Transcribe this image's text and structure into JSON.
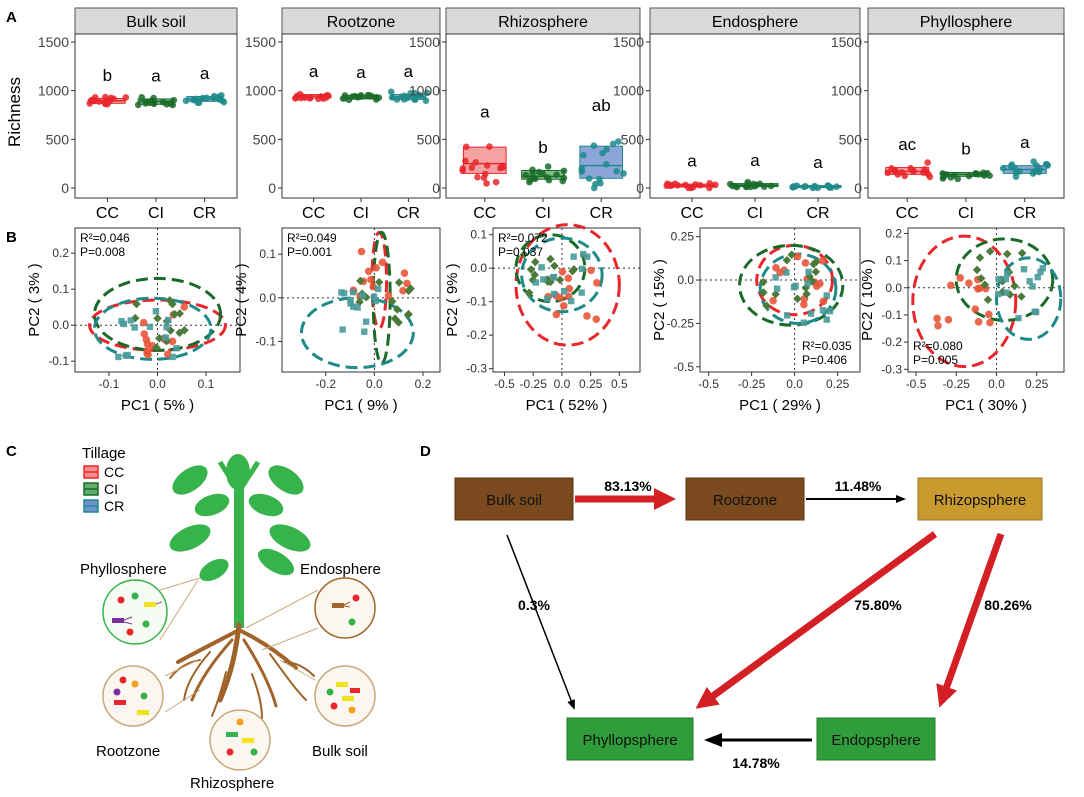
{
  "panel_labels": {
    "a": "A",
    "b": "B",
    "c": "C",
    "d": "D"
  },
  "colors": {
    "CC": "#e8262b",
    "CI": "#1a6b2a",
    "CR": "#1f8a8a",
    "box_CC": "#f28b8b",
    "box_CI": "#5fae6a",
    "box_CR": "#7090d0",
    "strip": "#d9d9d9",
    "brown": "#7a4a1e",
    "gold": "#c99a2e",
    "green_box": "#2f9e3a",
    "arrow_red": "#d42024"
  },
  "chart_data": [
    {
      "type": "box",
      "panel": "A",
      "ylabel": "Richness",
      "ylim": [
        0,
        1500
      ],
      "yticks": [
        0,
        500,
        1000,
        1500
      ],
      "categories": [
        "CC",
        "CI",
        "CR"
      ],
      "facets": [
        {
          "title": "Bulk soil",
          "medians": [
            895,
            890,
            915
          ],
          "q1": [
            870,
            860,
            890
          ],
          "q3": [
            920,
            915,
            940
          ],
          "letters": [
            "b",
            "a",
            "a"
          ]
        },
        {
          "title": "Rootzone",
          "medians": [
            945,
            930,
            935
          ],
          "q1": [
            925,
            915,
            910
          ],
          "q3": [
            960,
            950,
            960
          ],
          "letters": [
            "a",
            "a",
            "a"
          ]
        },
        {
          "title": "Rhizosphere",
          "medians": [
            250,
            120,
            230
          ],
          "q1": [
            150,
            90,
            100
          ],
          "q3": [
            420,
            180,
            430
          ],
          "letters": [
            "a",
            "b",
            "ab"
          ]
        },
        {
          "title": "Endosphere",
          "medians": [
            25,
            30,
            15
          ],
          "q1": [
            10,
            15,
            5
          ],
          "q3": [
            40,
            45,
            25
          ],
          "letters": [
            "a",
            "a",
            "a"
          ]
        },
        {
          "title": "Phyllosphere",
          "medians": [
            170,
            140,
            190
          ],
          "q1": [
            140,
            120,
            150
          ],
          "q3": [
            210,
            160,
            230
          ],
          "letters": [
            "ac",
            "b",
            "a"
          ]
        }
      ]
    },
    {
      "type": "scatter",
      "panel": "B",
      "plots": [
        {
          "xlabel": "PC1 ( 5% )",
          "ylabel": "PC2 ( 3% )",
          "xlim": [
            -0.17,
            0.17
          ],
          "ylim": [
            -0.13,
            0.27
          ],
          "xticks": [
            -0.1,
            0.0,
            0.1
          ],
          "yticks": [
            -0.1,
            0.0,
            0.1,
            0.2
          ],
          "stat": [
            "R²=0.046",
            "P=0.008"
          ],
          "stat_pos": "top-left"
        },
        {
          "xlabel": "PC1 ( 9% )",
          "ylabel": "PC2 ( 4% )",
          "xlim": [
            -0.38,
            0.27
          ],
          "ylim": [
            -0.17,
            0.16
          ],
          "xticks": [
            -0.2,
            0.0,
            0.2
          ],
          "yticks": [
            -0.1,
            0.0,
            0.1
          ],
          "stat": [
            "R²=0.049",
            "P=0.001"
          ],
          "stat_pos": "top-left"
        },
        {
          "xlabel": "PC1 ( 52% )",
          "ylabel": "PC2 ( 9% )",
          "xlim": [
            -0.6,
            0.68
          ],
          "ylim": [
            -0.31,
            0.12
          ],
          "xticks": [
            -0.5,
            -0.25,
            0.0,
            0.25,
            0.5
          ],
          "yticks": [
            -0.3,
            -0.2,
            -0.1,
            0.0,
            0.1
          ],
          "stat": [
            "R²=0.072",
            "P=0.037"
          ],
          "stat_pos": "top-left"
        },
        {
          "xlabel": "PC1 ( 29% )",
          "ylabel": "PC2 ( 15% )",
          "xlim": [
            -0.55,
            0.38
          ],
          "ylim": [
            -0.53,
            0.3
          ],
          "xticks": [
            -0.5,
            -0.25,
            0.0,
            0.25
          ],
          "yticks": [
            -0.5,
            -0.25,
            0.0,
            0.25
          ],
          "stat": [
            "R²=0.035",
            "P=0.406"
          ],
          "stat_pos": "bottom-right"
        },
        {
          "xlabel": "PC1 ( 30% )",
          "ylabel": "PC2 ( 10% )",
          "xlim": [
            -0.55,
            0.42
          ],
          "ylim": [
            -0.31,
            0.22
          ],
          "xticks": [
            -0.5,
            -0.25,
            0.0,
            0.25
          ],
          "yticks": [
            -0.3,
            -0.2,
            -0.1,
            0.0,
            0.1,
            0.2
          ],
          "stat": [
            "R²=0.080",
            "P=0.005"
          ],
          "stat_pos": "bottom-left"
        }
      ]
    },
    {
      "type": "diagram",
      "panel": "D",
      "nodes": [
        "Bulk soil",
        "Rootzone",
        "Rhizopsphere",
        "Phyllopsphere",
        "Endopsphere"
      ],
      "edges": [
        {
          "from": "Bulk soil",
          "to": "Rootzone",
          "label": "83.13%",
          "color": "red"
        },
        {
          "from": "Rootzone",
          "to": "Rhizopsphere",
          "label": "11.48%",
          "color": "black"
        },
        {
          "from": "Bulk soil",
          "to": "Phyllopsphere",
          "label": "0.3%",
          "color": "black"
        },
        {
          "from": "Rhizopsphere",
          "to": "Phyllopsphere",
          "label": "75.80%",
          "color": "red"
        },
        {
          "from": "Rhizopsphere",
          "to": "Endopsphere",
          "label": "80.26%",
          "color": "red"
        },
        {
          "from": "Endopsphere",
          "to": "Phyllopsphere",
          "label": "14.78%",
          "color": "black"
        }
      ]
    }
  ],
  "panel_c": {
    "legend_title": "Tillage",
    "legend": [
      "CC",
      "CI",
      "CR"
    ],
    "labels": {
      "phyllosphere": "Phyllosphere",
      "endosphere": "Endosphere",
      "rootzone": "Rootzone",
      "bulk_soil": "Bulk soil",
      "rhizosphere": "Rhizosphere"
    }
  }
}
